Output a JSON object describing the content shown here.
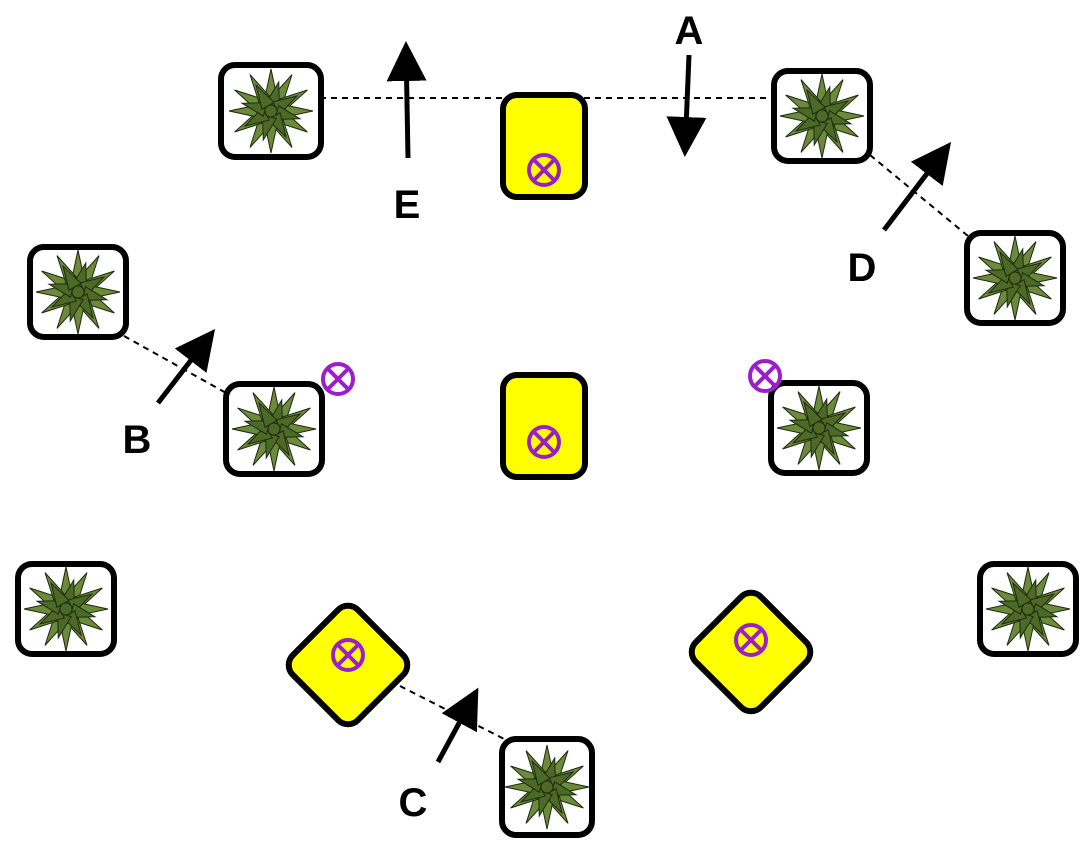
{
  "colors": {
    "background": "#ffffff",
    "tile_border": "#000000",
    "plant_tile_fill": "#ffffff",
    "yellow_tile_fill": "#ffff00",
    "plant_leaf": "#6b8a3a",
    "plant_leaf_dark": "#4c6a26",
    "plant_outline": "#1e2a10",
    "marker": "#9b1fc8",
    "arrow": "#000000",
    "connector": "#000000"
  },
  "icons": {
    "plant": "succulent-plant-icon",
    "marker": "circled-times-icon",
    "arrow": "arrow-icon"
  },
  "labels": {
    "A": "A",
    "B": "B",
    "C": "C",
    "D": "D",
    "E": "E"
  }
}
